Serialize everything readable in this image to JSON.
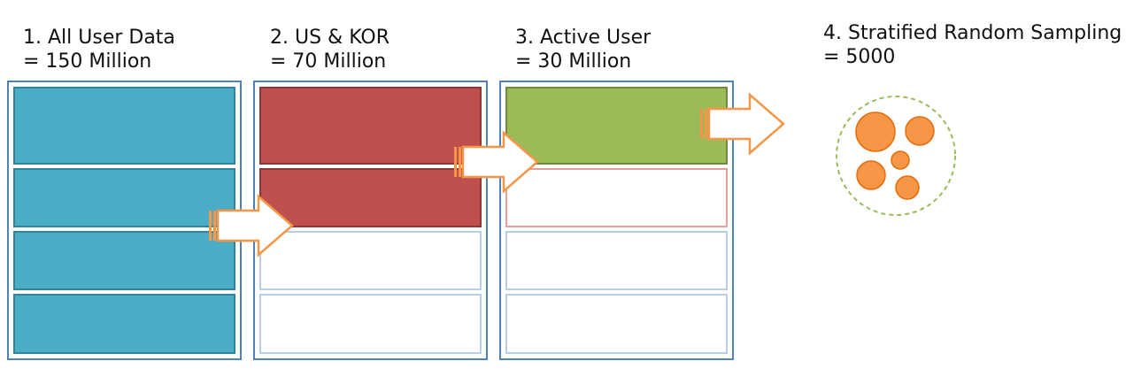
{
  "stages": [
    {
      "title": "1. All User Data",
      "count": "= 150 Million",
      "fills": [
        "blue",
        "blue",
        "blue",
        "blue"
      ]
    },
    {
      "title": "2. US & KOR",
      "count": "= 70 Million",
      "fills": [
        "red",
        "red",
        "empty",
        "empty"
      ]
    },
    {
      "title": "3. Active User",
      "count": "= 30 Million",
      "fills": [
        "green",
        "empty-red",
        "empty",
        "empty"
      ]
    },
    {
      "title": "4. Stratified Random Sampling",
      "count": "= 5000"
    }
  ],
  "colors": {
    "frame": "#4f81bd",
    "blue": "#4bacc6",
    "blue_border": "#31849b",
    "red": "#c0504d",
    "red_border": "#8c3836",
    "green": "#9bbb59",
    "green_border": "#71893f",
    "empty_border": "#b9cde5",
    "empty_red_border": "#e6a09c",
    "arrow_fill": "#ffffff",
    "arrow_stroke": "#f79646",
    "sample_circle": "#f79646",
    "sample_circle_border": "#e46c0a",
    "sample_outline": "#9bbb59"
  },
  "icons": [
    "flow-arrow-icon",
    "sample-cluster-icon"
  ]
}
